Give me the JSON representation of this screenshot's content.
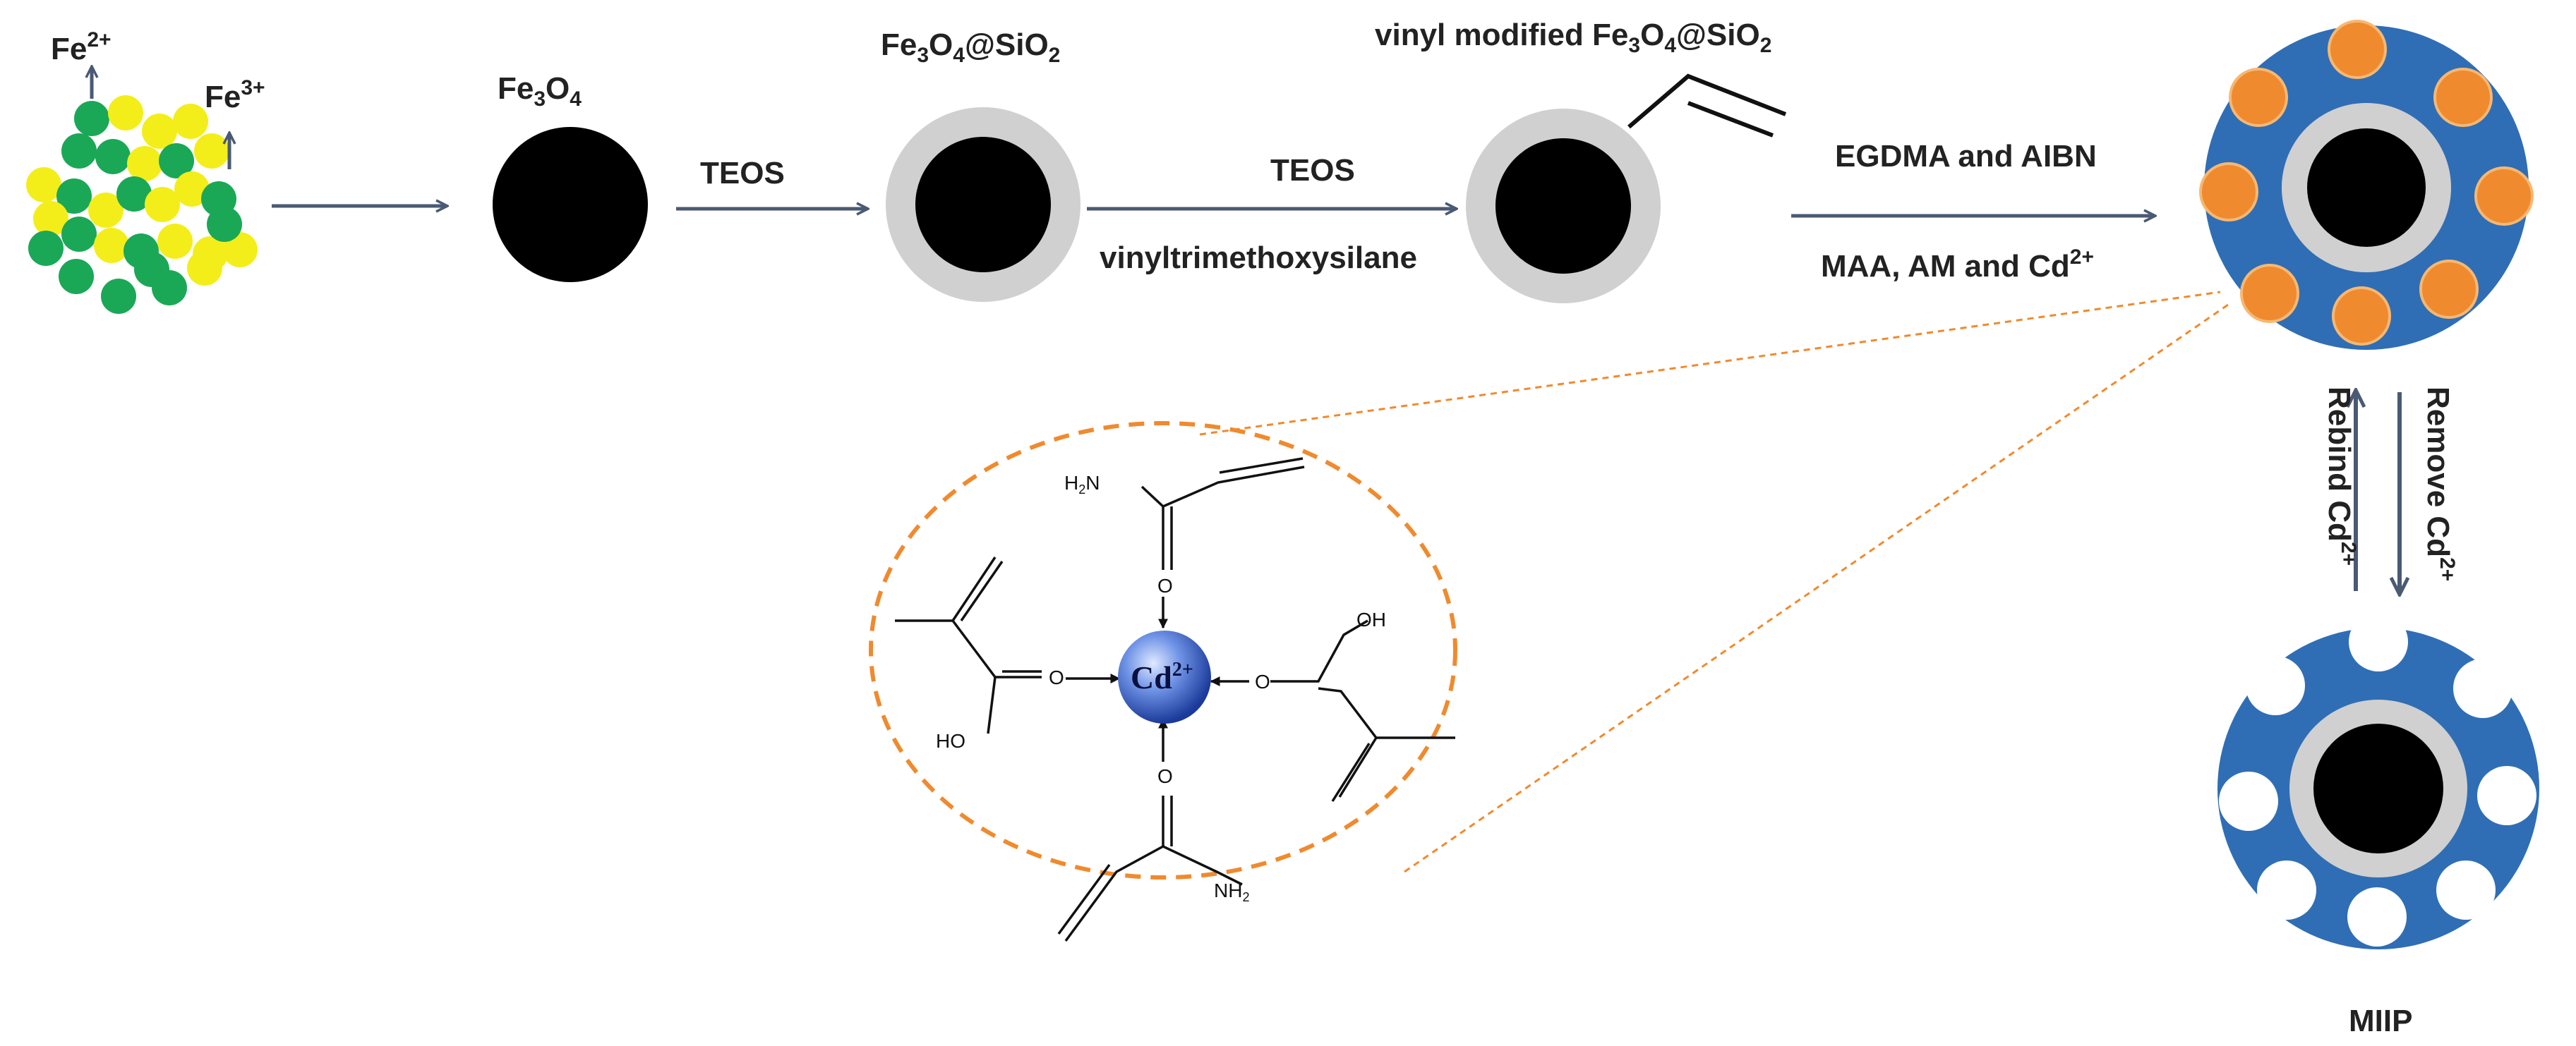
{
  "labels": {
    "fe2": "Fe",
    "fe2_sup": "2+",
    "fe3": "Fe",
    "fe3_sup": "3+",
    "fe3o4": "Fe",
    "fe3o4_sub3": "3",
    "fe3o4_o": "O",
    "fe3o4_sub4": "4",
    "fe3o4_sio2": "Fe",
    "fe3o4_sio2_sub3": "3",
    "fe3o4_sio2_o": "O",
    "fe3o4_sio2_sub4": "4",
    "fe3o4_sio2_tail": "@SiO",
    "fe3o4_sio2_sub2": "2",
    "vinyl_prefix": "vinyl modified Fe",
    "vinyl_sub3": "3",
    "vinyl_o": "O",
    "vinyl_sub4": "4",
    "vinyl_tail": "@SiO",
    "vinyl_sub2": "2",
    "teos_1": "TEOS",
    "teos_2": "TEOS",
    "vinyltrimethoxysilane": "vinyltrimethoxysilane",
    "egdma_aibn": "EGDMA and AIBN",
    "maa_am_cd": "MAA, AM and Cd",
    "maa_am_cd_sup": "2+",
    "rebind": "Rebind Cd",
    "rebind_sup": "2+",
    "remove": "Remove Cd",
    "remove_sup": "2+",
    "miip": "MIIP",
    "cd_center": "Cd",
    "cd_center_sup": "2+",
    "h2n_top": "H",
    "h2n_top_sub": "2",
    "h2n_top_n": "N",
    "o_top": "O",
    "o_left": "O",
    "oh_right": "OH",
    "o_right": "O",
    "ho_left": "HO",
    "o_bottom": "O",
    "nh2_bottom": "NH",
    "nh2_bottom_sub": "2"
  },
  "colors": {
    "arrow": "#4a5a74",
    "core": "#000000",
    "shell": "#d0d0d0",
    "polymer": "#2f6eb5",
    "template_site": "#f08a2e",
    "cavity": "#ffffff",
    "fe_green": "#1aa857",
    "fe_yellow": "#f3ee1a",
    "zoom_dash": "#f08a2e",
    "cd_ion": "#3a5fc8"
  }
}
